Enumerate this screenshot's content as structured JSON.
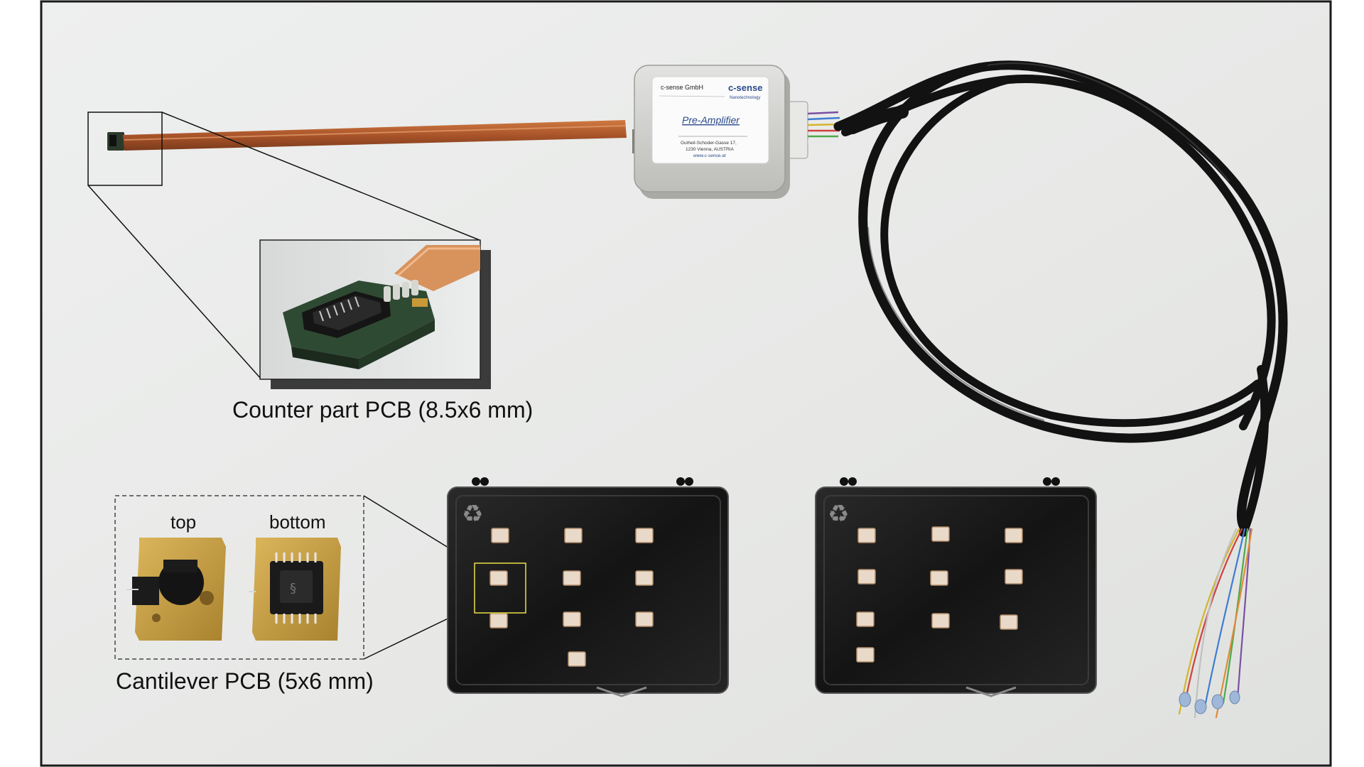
{
  "captions": {
    "counter_part": "Counter part PCB (8.5x6 mm)",
    "cantilever": "Cantilever PCB (5x6 mm)",
    "top_view": "top",
    "bottom_view": "bottom"
  },
  "preamp_label": {
    "company": "c-sense GmbH",
    "brand": "c-sense",
    "brand_tag": "Nanotechnology",
    "product": "Pre-Amplifier",
    "address_line1": "Gutheil-Schoder-Gasse 17,",
    "address_line2": "1230 Vienna, AUSTRIA",
    "website": "www.c-sense.at"
  },
  "colors": {
    "background": "#e9ebe9",
    "frame": "#1a1a1a",
    "copper": "#b8622f",
    "cable": "#111111",
    "gold_pcb": "#c9a24a",
    "highlight": "#e8e04a"
  },
  "icons": {
    "recycle": "recycle-icon"
  }
}
